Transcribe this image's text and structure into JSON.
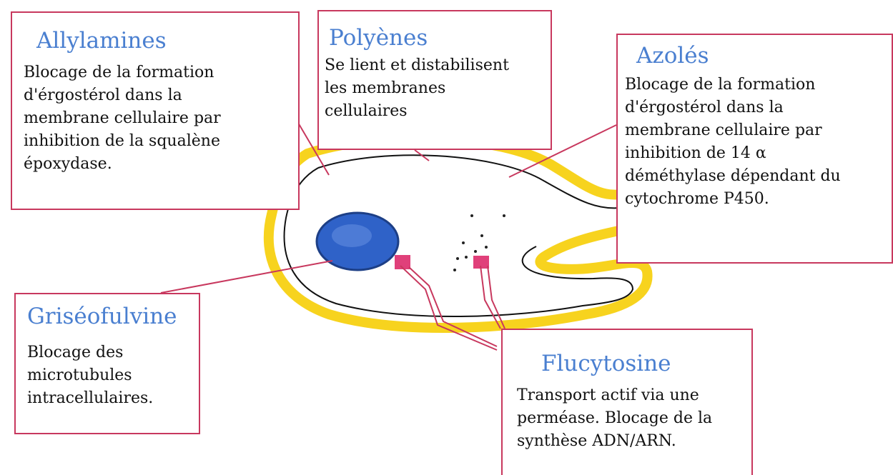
{
  "boxes": {
    "allylamines": {
      "title": "Allylamines",
      "description": "Blocage de la formation\nd'érgostérol dans la\nmembrane cellulaire par\ninhibition de la squalène\népoxydase."
    },
    "polyenes": {
      "title": "Polyènes",
      "description": "Se lient et distabilisent\nles membranes\ncellulaires"
    },
    "azoles": {
      "title": "Azolés",
      "description": "Blocage de la formation\nd'érgostérol dans la\nmembrane cellulaire par\ninhibition de 14 α\ndéméthylase dépendant du\ncytochrome P450."
    },
    "griseofulvine": {
      "title": "Griséofulvine",
      "description": "Blocage des\nmicrotubules\nintracellulaires."
    },
    "flucytosine": {
      "title": "Flucytosine",
      "description": "Transport actif via une\nperméase. Blocage de la\nsynthèse ADN/ARN."
    }
  },
  "colors": {
    "box_border": "#c8385e",
    "title_text": "#4a7fd0",
    "membrane_fill": "#f7d31e",
    "membrane_outline": "#111111",
    "nucleus": "#2f62c8",
    "transporter": "#e0407a",
    "leader_line": "#c8385e"
  }
}
